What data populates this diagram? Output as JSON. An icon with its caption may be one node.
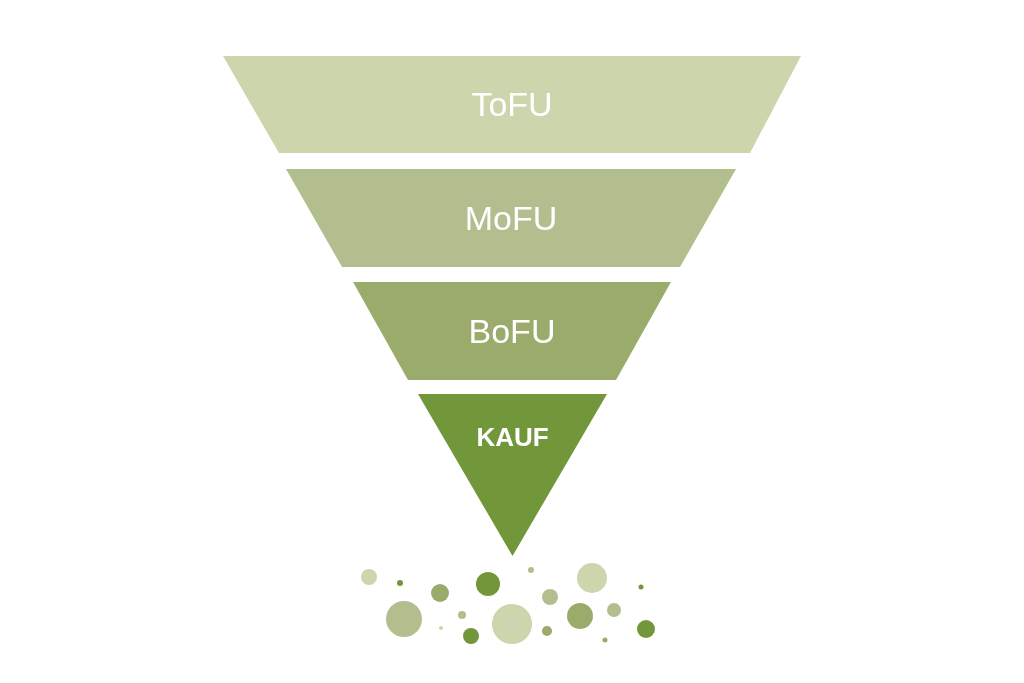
{
  "diagram": {
    "nodes": [
      {
        "text": [
          "ToFU"
        ]
      },
      {
        "text": [
          "MoFU"
        ]
      },
      {
        "text": [
          "BoFU"
        ]
      },
      {
        "text": [
          "KAUF"
        ]
      }
    ]
  }
}
